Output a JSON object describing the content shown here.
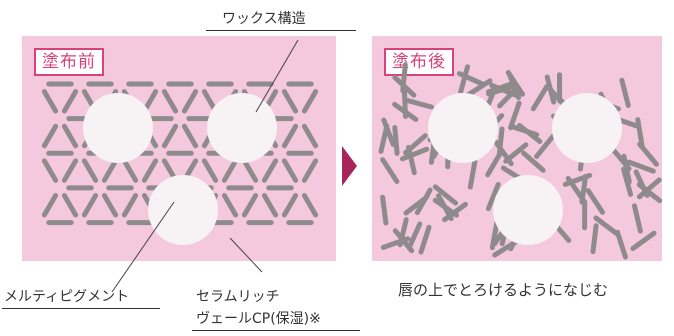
{
  "panels": {
    "before_tag": "塗布前",
    "after_tag": "塗布後"
  },
  "labels": {
    "wax": "ワックス構造",
    "melty": "メルティピグメント",
    "ceramide_line1": "セラムリッチ",
    "ceramide_line2": "ヴェールCP(保湿)※",
    "caption": "唇の上でとろけるようになじむ"
  },
  "colors": {
    "panel_pink": "#f5c9dd",
    "accent": "#d7427a",
    "stick_gray": "#8f8a8c",
    "pigment": "#f7f2f4"
  }
}
